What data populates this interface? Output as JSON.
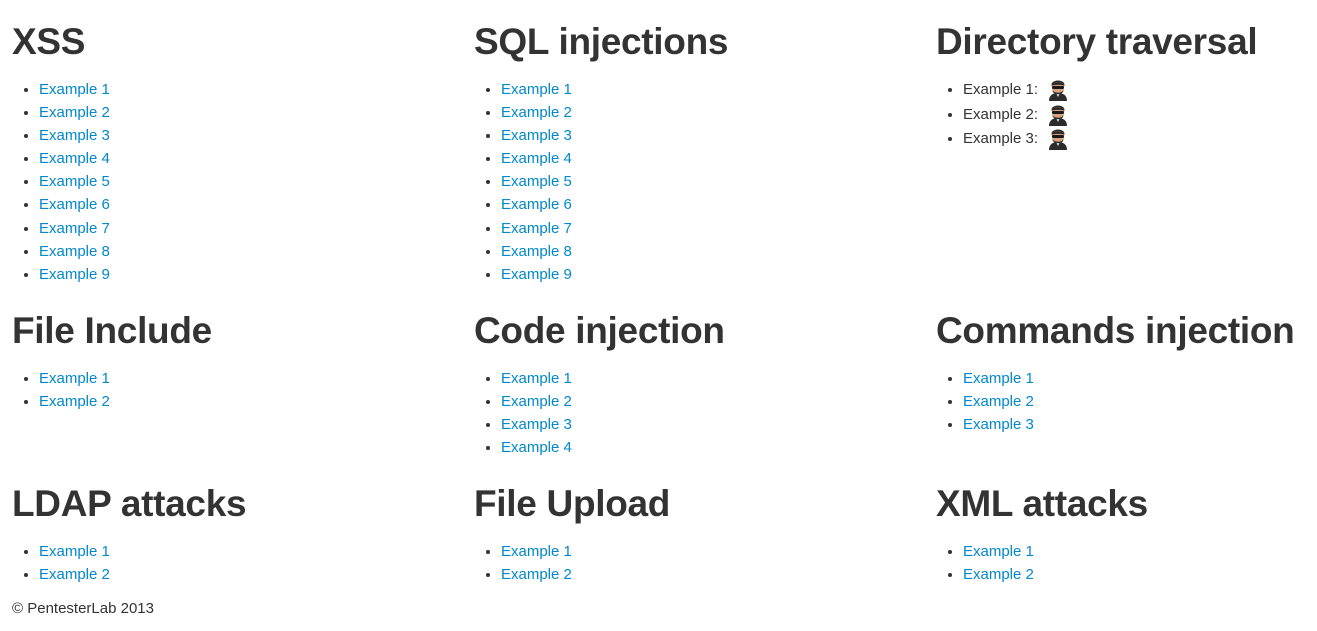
{
  "sections": {
    "xss": {
      "title": "XSS",
      "items": [
        "Example 1",
        "Example 2",
        "Example 3",
        "Example 4",
        "Example 5",
        "Example 6",
        "Example 7",
        "Example 8",
        "Example 9"
      ]
    },
    "sql": {
      "title": "SQL injections",
      "items": [
        "Example 1",
        "Example 2",
        "Example 3",
        "Example 4",
        "Example 5",
        "Example 6",
        "Example 7",
        "Example 8",
        "Example 9"
      ]
    },
    "dir": {
      "title": "Directory traversal",
      "items": [
        "Example 1:",
        "Example 2:",
        "Example 3:"
      ]
    },
    "fileinclude": {
      "title": "File Include",
      "items": [
        "Example 1",
        "Example 2"
      ]
    },
    "code": {
      "title": "Code injection",
      "items": [
        "Example 1",
        "Example 2",
        "Example 3",
        "Example 4"
      ]
    },
    "commands": {
      "title": "Commands injection",
      "items": [
        "Example 1",
        "Example 2",
        "Example 3"
      ]
    },
    "ldap": {
      "title": "LDAP attacks",
      "items": [
        "Example 1",
        "Example 2"
      ]
    },
    "fileupload": {
      "title": "File Upload",
      "items": [
        "Example 1",
        "Example 2"
      ]
    },
    "xml": {
      "title": "XML attacks",
      "items": [
        "Example 1",
        "Example 2"
      ]
    }
  },
  "icons": {
    "dir_example_image": "hacker-icon"
  },
  "colors": {
    "link": "#0088cc",
    "text": "#333333"
  },
  "footer": {
    "text": "© PentesterLab 2013"
  }
}
